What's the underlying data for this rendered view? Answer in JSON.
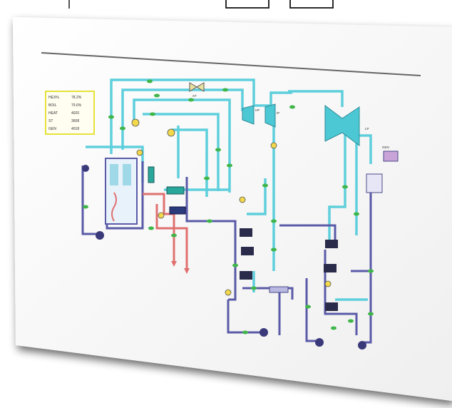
{
  "colors": {
    "card": "#f7f7f7",
    "rule": "#666666",
    "cyan_pipe": "#5ecfdc",
    "blue_pipe": "#5a5aa8",
    "red_pipe": "#e07070",
    "node": "#3fb54a",
    "turbine": "#4cc8d4",
    "legend_border": "#e6e23a"
  },
  "legend": {
    "rows": [
      {
        "key": "HEX%",
        "value": "78.2%"
      },
      {
        "key": "BOIL",
        "value": "79.6%"
      },
      {
        "key": "HEAT",
        "value": "4020"
      },
      {
        "key": "ST",
        "value": "3608"
      },
      {
        "key": "GEN",
        "value": "4018"
      }
    ]
  },
  "labels": {
    "top_valve": "ST",
    "hp_turbine": "HP",
    "ip_turbine": "IP",
    "lp_turbine": "LP",
    "generator": "GEN"
  }
}
